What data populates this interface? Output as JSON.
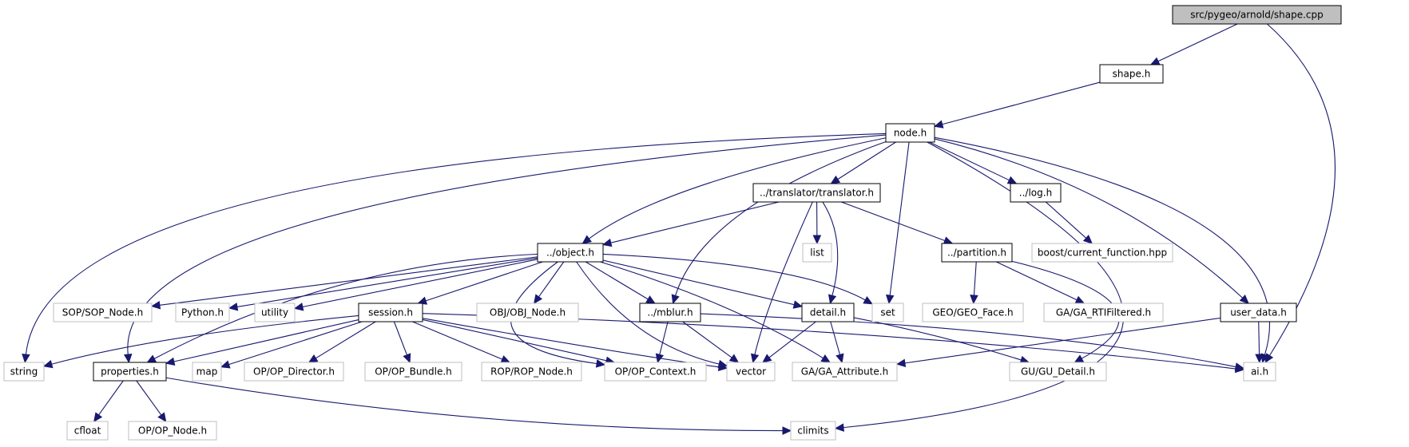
{
  "diagram": {
    "colors": {
      "edge": "#191970",
      "root_fill": "#bfbfbf",
      "local_border": "#000000",
      "system_border": "#bfbfbf",
      "background": "#ffffff"
    },
    "nodes": [
      {
        "id": "shape_cpp",
        "label": "src/pygeo/arnold/shape.cpp",
        "kind": "root"
      },
      {
        "id": "shape_h",
        "label": "shape.h",
        "kind": "local"
      },
      {
        "id": "node_h",
        "label": "node.h",
        "kind": "local"
      },
      {
        "id": "translator_h",
        "label": "../translator/translator.h",
        "kind": "local"
      },
      {
        "id": "log_h",
        "label": "../log.h",
        "kind": "local"
      },
      {
        "id": "boost_cf",
        "label": "boost/current_function.hpp",
        "kind": "system"
      },
      {
        "id": "list",
        "label": "list",
        "kind": "system"
      },
      {
        "id": "object_h",
        "label": "../object.h",
        "kind": "local"
      },
      {
        "id": "partition_h",
        "label": "../partition.h",
        "kind": "local"
      },
      {
        "id": "sop_node",
        "label": "SOP/SOP_Node.h",
        "kind": "system"
      },
      {
        "id": "python_h",
        "label": "Python.h",
        "kind": "system"
      },
      {
        "id": "utility",
        "label": "utility",
        "kind": "system"
      },
      {
        "id": "session_h",
        "label": "session.h",
        "kind": "local"
      },
      {
        "id": "obj_node",
        "label": "OBJ/OBJ_Node.h",
        "kind": "system"
      },
      {
        "id": "mblur_h",
        "label": "../mblur.h",
        "kind": "local"
      },
      {
        "id": "detail_h",
        "label": "detail.h",
        "kind": "local"
      },
      {
        "id": "set",
        "label": "set",
        "kind": "system"
      },
      {
        "id": "geo_face",
        "label": "GEO/GEO_Face.h",
        "kind": "system"
      },
      {
        "id": "ga_rti",
        "label": "GA/GA_RTIFiltered.h",
        "kind": "system"
      },
      {
        "id": "user_data_h",
        "label": "user_data.h",
        "kind": "local"
      },
      {
        "id": "string",
        "label": "string",
        "kind": "system"
      },
      {
        "id": "properties_h",
        "label": "properties.h",
        "kind": "local"
      },
      {
        "id": "map",
        "label": "map",
        "kind": "system"
      },
      {
        "id": "op_director",
        "label": "OP/OP_Director.h",
        "kind": "system"
      },
      {
        "id": "op_bundle",
        "label": "OP/OP_Bundle.h",
        "kind": "system"
      },
      {
        "id": "rop_node",
        "label": "ROP/ROP_Node.h",
        "kind": "system"
      },
      {
        "id": "op_context",
        "label": "OP/OP_Context.h",
        "kind": "system"
      },
      {
        "id": "vector",
        "label": "vector",
        "kind": "system"
      },
      {
        "id": "ga_attribute",
        "label": "GA/GA_Attribute.h",
        "kind": "system"
      },
      {
        "id": "gu_detail",
        "label": "GU/GU_Detail.h",
        "kind": "system"
      },
      {
        "id": "ai_h",
        "label": "ai.h",
        "kind": "system"
      },
      {
        "id": "cfloat",
        "label": "cfloat",
        "kind": "system"
      },
      {
        "id": "op_node",
        "label": "OP/OP_Node.h",
        "kind": "system"
      },
      {
        "id": "climits",
        "label": "climits",
        "kind": "system"
      }
    ],
    "edges": [
      {
        "from": "shape_cpp",
        "to": "shape_h"
      },
      {
        "from": "shape_cpp",
        "to": "ai_h"
      },
      {
        "from": "shape_h",
        "to": "node_h"
      },
      {
        "from": "node_h",
        "to": "translator_h"
      },
      {
        "from": "node_h",
        "to": "log_h"
      },
      {
        "from": "node_h",
        "to": "object_h"
      },
      {
        "from": "node_h",
        "to": "mblur_h"
      },
      {
        "from": "node_h",
        "to": "set"
      },
      {
        "from": "node_h",
        "to": "user_data_h"
      },
      {
        "from": "node_h",
        "to": "ai_h"
      },
      {
        "from": "node_h",
        "to": "string"
      },
      {
        "from": "node_h",
        "to": "properties_h"
      },
      {
        "from": "node_h",
        "to": "climits"
      },
      {
        "from": "log_h",
        "to": "boost_cf"
      },
      {
        "from": "translator_h",
        "to": "list"
      },
      {
        "from": "translator_h",
        "to": "object_h"
      },
      {
        "from": "translator_h",
        "to": "partition_h"
      },
      {
        "from": "translator_h",
        "to": "detail_h"
      },
      {
        "from": "translator_h",
        "to": "vector"
      },
      {
        "from": "object_h",
        "to": "sop_node"
      },
      {
        "from": "object_h",
        "to": "python_h"
      },
      {
        "from": "object_h",
        "to": "utility"
      },
      {
        "from": "object_h",
        "to": "session_h"
      },
      {
        "from": "object_h",
        "to": "obj_node"
      },
      {
        "from": "object_h",
        "to": "mblur_h"
      },
      {
        "from": "object_h",
        "to": "detail_h"
      },
      {
        "from": "object_h",
        "to": "set"
      },
      {
        "from": "object_h",
        "to": "properties_h"
      },
      {
        "from": "object_h",
        "to": "op_context"
      },
      {
        "from": "object_h",
        "to": "vector"
      },
      {
        "from": "object_h",
        "to": "ga_attribute"
      },
      {
        "from": "partition_h",
        "to": "geo_face"
      },
      {
        "from": "partition_h",
        "to": "ga_rti"
      },
      {
        "from": "partition_h",
        "to": "gu_detail"
      },
      {
        "from": "session_h",
        "to": "string"
      },
      {
        "from": "session_h",
        "to": "properties_h"
      },
      {
        "from": "session_h",
        "to": "map"
      },
      {
        "from": "session_h",
        "to": "op_director"
      },
      {
        "from": "session_h",
        "to": "op_bundle"
      },
      {
        "from": "session_h",
        "to": "rop_node"
      },
      {
        "from": "session_h",
        "to": "op_context"
      },
      {
        "from": "session_h",
        "to": "vector"
      },
      {
        "from": "session_h",
        "to": "ai_h"
      },
      {
        "from": "mblur_h",
        "to": "op_context"
      },
      {
        "from": "mblur_h",
        "to": "vector"
      },
      {
        "from": "mblur_h",
        "to": "ai_h"
      },
      {
        "from": "detail_h",
        "to": "vector"
      },
      {
        "from": "detail_h",
        "to": "ga_attribute"
      },
      {
        "from": "detail_h",
        "to": "gu_detail"
      },
      {
        "from": "user_data_h",
        "to": "ga_attribute"
      },
      {
        "from": "user_data_h",
        "to": "ai_h"
      },
      {
        "from": "properties_h",
        "to": "cfloat"
      },
      {
        "from": "properties_h",
        "to": "op_node"
      },
      {
        "from": "properties_h",
        "to": "climits"
      }
    ]
  }
}
